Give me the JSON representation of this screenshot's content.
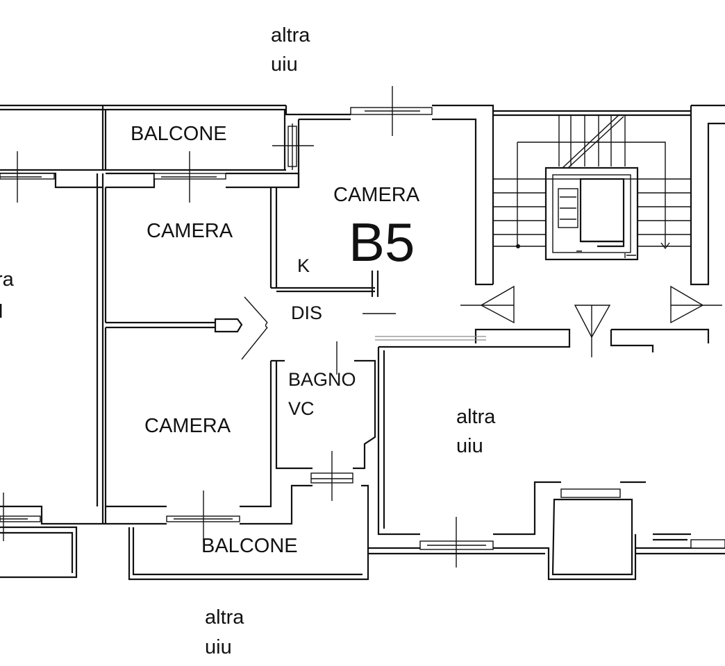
{
  "floorplan": {
    "unit_code": "B5",
    "rooms": {
      "balcone_top": "BALCONE",
      "camera_top_left": "CAMERA",
      "camera_main": "CAMERA",
      "camera_bottom_left": "CAMERA",
      "kitchen": "K",
      "disimpegno": "DIS",
      "bagno_line1": "BAGNO",
      "bagno_line2": "VC",
      "balcone_bottom": "BALCONE"
    },
    "neighbors": {
      "top": [
        "altra",
        "uiu"
      ],
      "right": [
        "altra",
        "uiu"
      ],
      "bottom": [
        "altra",
        "uiu"
      ]
    },
    "left_cut_text": [
      "ra",
      "I"
    ]
  }
}
